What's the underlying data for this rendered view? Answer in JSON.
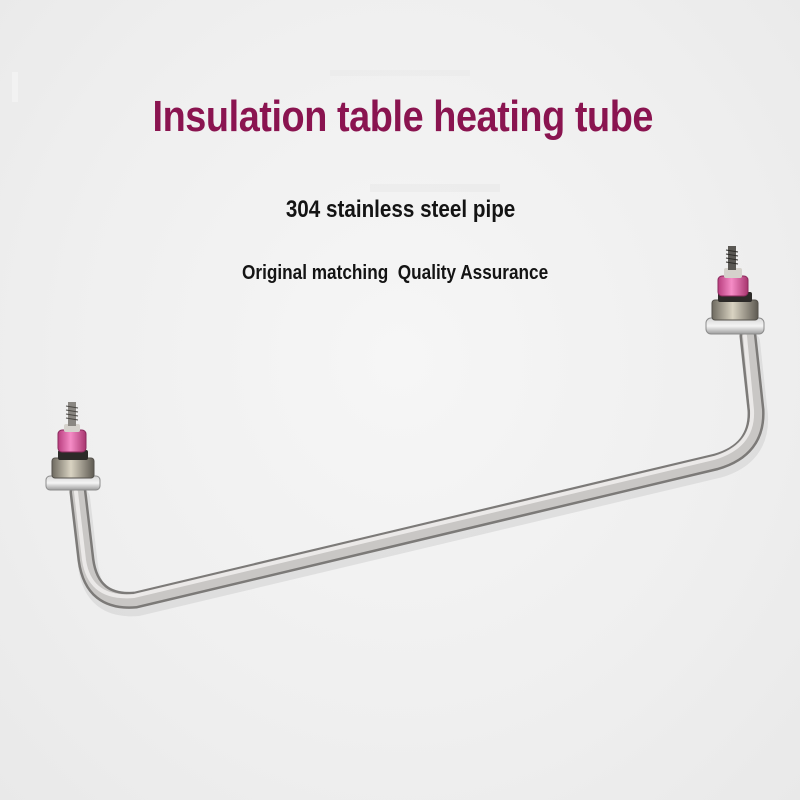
{
  "heading": {
    "title": "Insulation table heating tube",
    "subtitle": "304 stainless steel pipe",
    "tagline": "Original matching  Quality Assurance"
  },
  "colors": {
    "title": "#8a1450",
    "text": "#141414",
    "background": "#efefef",
    "steel": "#b8b6b4",
    "insulator": "#e05ca6"
  },
  "image": {
    "subject": "u-shaped-stainless-heating-tube"
  }
}
